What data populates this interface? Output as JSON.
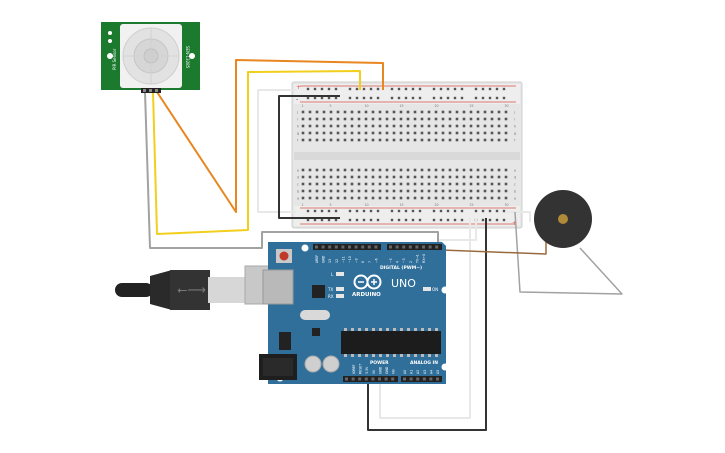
{
  "arduino": {
    "brand": "ARDUINO",
    "model": "UNO",
    "digital_header_label": "DIGITAL (PWM~)",
    "power_label": "POWER",
    "analog_label": "ANALOG IN",
    "tx_label": "TX",
    "rx_label": "RX",
    "l_label": "L",
    "on_label": "ON",
    "digital_pins": [
      "AREF",
      "GND",
      "13",
      "12",
      "~11",
      "~10",
      "~9",
      "8",
      "7",
      "~6",
      "~5",
      "4",
      "~3",
      "2",
      "TX→1",
      "RX←0"
    ],
    "power_pins": [
      "IOREF",
      "RESET",
      "3.3V",
      "5V",
      "GND",
      "GND",
      "Vin"
    ],
    "analog_pins": [
      "A0",
      "A1",
      "A2",
      "A3",
      "A4",
      "A5"
    ]
  },
  "pir_sensor": {
    "label_left": "PIR Sensor",
    "label_right": "SEN-13285"
  },
  "breadboard": {
    "column_numbers": [
      "1",
      "5",
      "10",
      "15",
      "20",
      "25",
      "30"
    ],
    "row_letters_top": [
      "j",
      "i",
      "h",
      "g",
      "f"
    ],
    "row_letters_bottom": [
      "e",
      "d",
      "c",
      "b",
      "a"
    ],
    "rail_plus": "+",
    "rail_minus": "-"
  },
  "colors": {
    "wire_orange": "#e8861f",
    "wire_yellow": "#f2cf1c",
    "wire_gray": "#a2a2a2",
    "wire_white": "#e8e8e8",
    "wire_black": "#333333",
    "wire_brown": "#9b6a3c",
    "board_blue": "#2f6f9a",
    "pir_green": "#1b7a2e",
    "buzzer_body": "#333333"
  }
}
